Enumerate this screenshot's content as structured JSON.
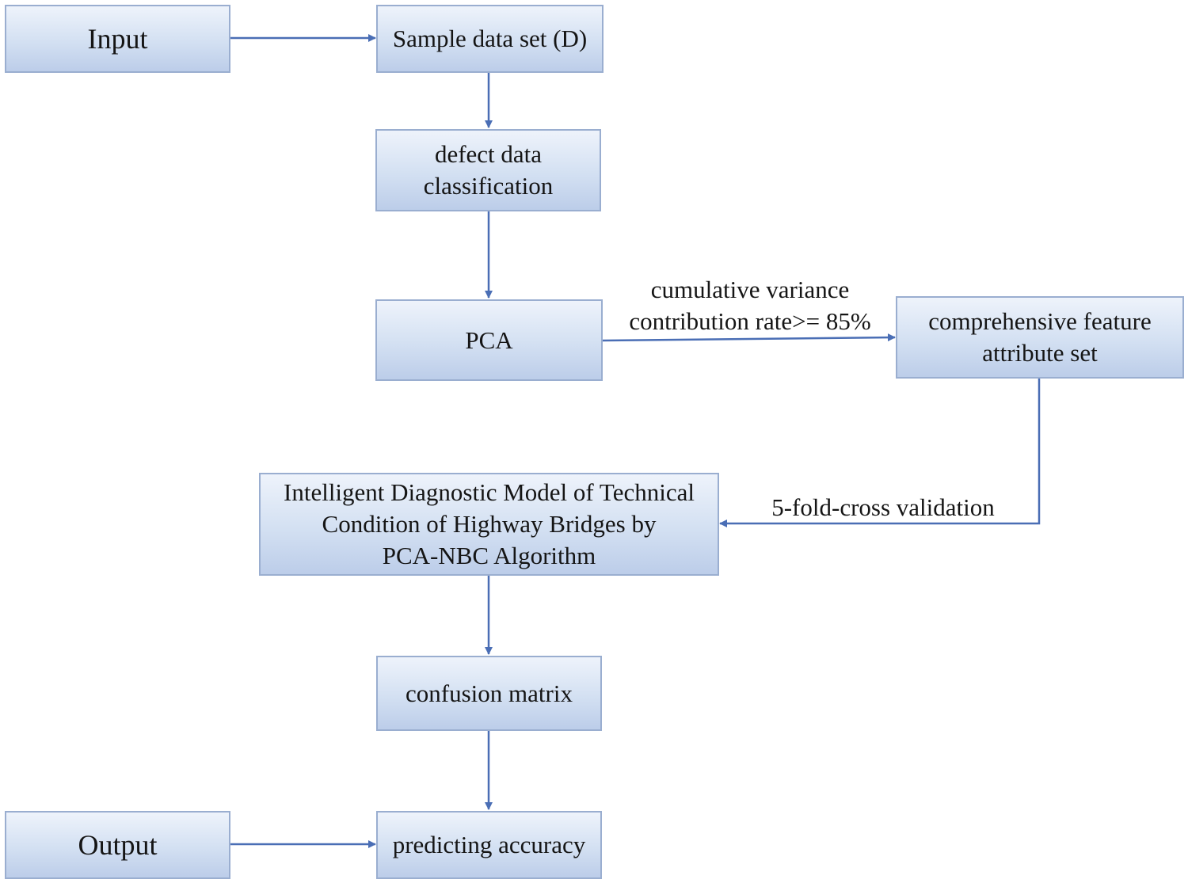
{
  "diagram": {
    "nodes": {
      "input": "Input",
      "sample": "Sample data set (D)",
      "classification": "defect data\nclassification",
      "pca": "PCA",
      "feature_set": "comprehensive feature\nattribute set",
      "model": "Intelligent Diagnostic Model of Technical\nCondition of Highway Bridges by\nPCA-NBC Algorithm",
      "confusion": "confusion matrix",
      "output": "Output",
      "accuracy": "predicting accuracy"
    },
    "edge_labels": {
      "variance": "cumulative variance\ncontribution rate>= 85%",
      "validation": "5-fold-cross validation"
    },
    "colors": {
      "box_border": "#9aaed0",
      "box_fill_top": "#eef3fb",
      "box_fill_bottom": "#bccde9",
      "arrow": "#4a6eb5"
    }
  }
}
